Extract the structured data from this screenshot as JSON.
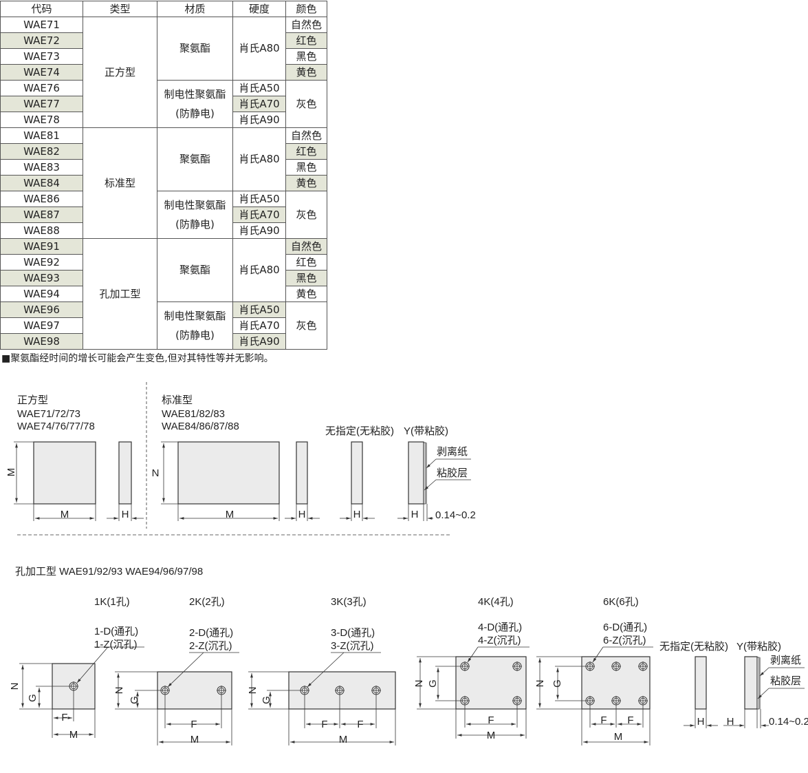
{
  "table": {
    "headers": [
      "代码",
      "类型",
      "材质",
      "硬度",
      "颜色"
    ],
    "groups": [
      {
        "type": "正方型",
        "codes": [
          "WAE71",
          "WAE72",
          "WAE73",
          "WAE74",
          "WAE76",
          "WAE77",
          "WAE78"
        ],
        "material_a": "聚氨酯",
        "hardness_a": "肖氏A80",
        "colors_a": [
          "自然色",
          "红色",
          "黑色",
          "黄色"
        ],
        "material_b": "制电性聚氨酯",
        "material_b_sub": "(防静电)",
        "hardness_b": [
          "肖氏A50",
          "肖氏A70",
          "肖氏A90"
        ],
        "color_b": "灰色",
        "shaded_codes": [
          1,
          3,
          5
        ],
        "shaded_colors": [
          1,
          3
        ],
        "shaded_hardness_b": [
          1
        ]
      },
      {
        "type": "标准型",
        "codes": [
          "WAE81",
          "WAE82",
          "WAE83",
          "WAE84",
          "WAE86",
          "WAE87",
          "WAE88"
        ],
        "material_a": "聚氨酯",
        "hardness_a": "肖氏A80",
        "colors_a": [
          "自然色",
          "红色",
          "黑色",
          "黄色"
        ],
        "material_b": "制电性聚氨酯",
        "material_b_sub": "(防静电)",
        "hardness_b": [
          "肖氏A50",
          "肖氏A70",
          "肖氏A90"
        ],
        "color_b": "灰色",
        "shaded_codes": [
          1,
          3,
          5
        ],
        "shaded_colors": [
          1,
          3
        ],
        "shaded_hardness_b": [
          1
        ]
      },
      {
        "type": "孔加工型",
        "codes": [
          "WAE91",
          "WAE92",
          "WAE93",
          "WAE94",
          "WAE96",
          "WAE97",
          "WAE98"
        ],
        "material_a": "聚氨酯",
        "hardness_a": "肖氏A80",
        "colors_a": [
          "自然色",
          "红色",
          "黑色",
          "黄色"
        ],
        "material_b": "制电性聚氨酯",
        "material_b_sub": "(防静电)",
        "hardness_b": [
          "肖氏A50",
          "肖氏A70",
          "肖氏A90"
        ],
        "color_b": "灰色",
        "shaded_codes": [
          0,
          2,
          4,
          6
        ],
        "shaded_colors": [
          0,
          2
        ],
        "shaded_hardness_b": [
          0,
          2
        ]
      }
    ],
    "note": "■聚氨酯经时间的增长可能会产生变色,但对其特性等并无影响。"
  },
  "drawings": {
    "square": {
      "title": "正方型",
      "models1": "WAE71/72/73",
      "models2": "WAE74/76/77/78"
    },
    "standard": {
      "title": "标准型",
      "models1": "WAE81/82/83",
      "models2": "WAE84/86/87/88"
    },
    "no_adhesive": "无指定(无粘胶)",
    "with_adhesive": "Y(带粘胶)",
    "release_paper": "剥离纸",
    "adhesive_layer": "粘胶层",
    "adhesive_thickness": "0.14~0.2",
    "dims": {
      "M": "M",
      "N": "N",
      "H": "H",
      "F": "F",
      "G": "G"
    },
    "hole_section": "孔加工型  WAE91/92/93  WAE94/96/97/98",
    "hole_types": [
      {
        "label": "1K(1孔)",
        "d": "1-D(通孔)",
        "z": "1-Z(沉孔)"
      },
      {
        "label": "2K(2孔)",
        "d": "2-D(通孔)",
        "z": "2-Z(沉孔)"
      },
      {
        "label": "3K(3孔)",
        "d": "3-D(通孔)",
        "z": "3-Z(沉孔)"
      },
      {
        "label": "4K(4孔)",
        "d": "4-D(通孔)",
        "z": "4-Z(沉孔)"
      },
      {
        "label": "6K(6孔)",
        "d": "6-D(通孔)",
        "z": "6-Z(沉孔)"
      }
    ]
  },
  "colors": {
    "shade": "#e4e6d8",
    "part_fill": "#ebebeb",
    "line": "#333333"
  }
}
